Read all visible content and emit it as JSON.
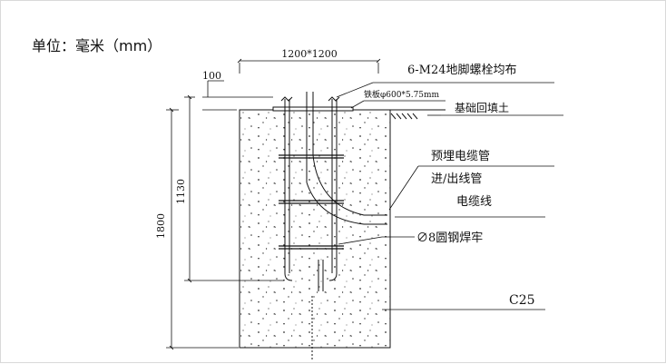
{
  "unit_label": "单位：毫米（mm）",
  "dimensions": {
    "top_width": "1200*1200",
    "top_offset": "100",
    "total_height": "1800",
    "embed_depth": "1130"
  },
  "callouts": {
    "anchor_bolts": "6-M24地脚螺栓均布",
    "steel_plate": "铁板φ600*5.75mm",
    "backfill": "基础回填土",
    "buried_conduit": "预埋电缆管",
    "in_out_conduit": "进/出线管",
    "cable": "电缆线",
    "rebar_ring": "∅8圆钢焊牢",
    "concrete_grade": "C25"
  }
}
